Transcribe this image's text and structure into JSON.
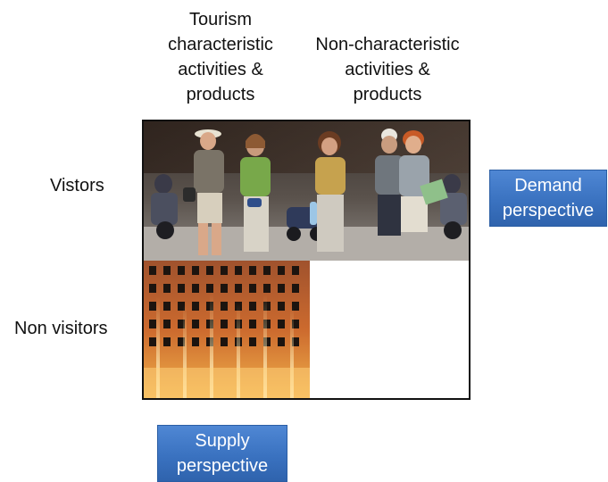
{
  "columns": {
    "tourism": "Tourism\ncharacteristic\nactivities &\nproducts",
    "non_characteristic": "Non-characteristic\nactivities &\nproducts"
  },
  "rows": {
    "visitors": "Vistors",
    "non_visitors": "Non visitors"
  },
  "buttons": {
    "demand": "Demand\nperspective",
    "supply": "Supply\nperspective"
  },
  "colors": {
    "button_fill": "#3a72c0",
    "button_border": "#2b5ea4",
    "button_text": "#ffffff"
  },
  "images": {
    "top": "photo of a group of tourists walking in a street",
    "left": "photo of an illuminated building facade at night"
  }
}
